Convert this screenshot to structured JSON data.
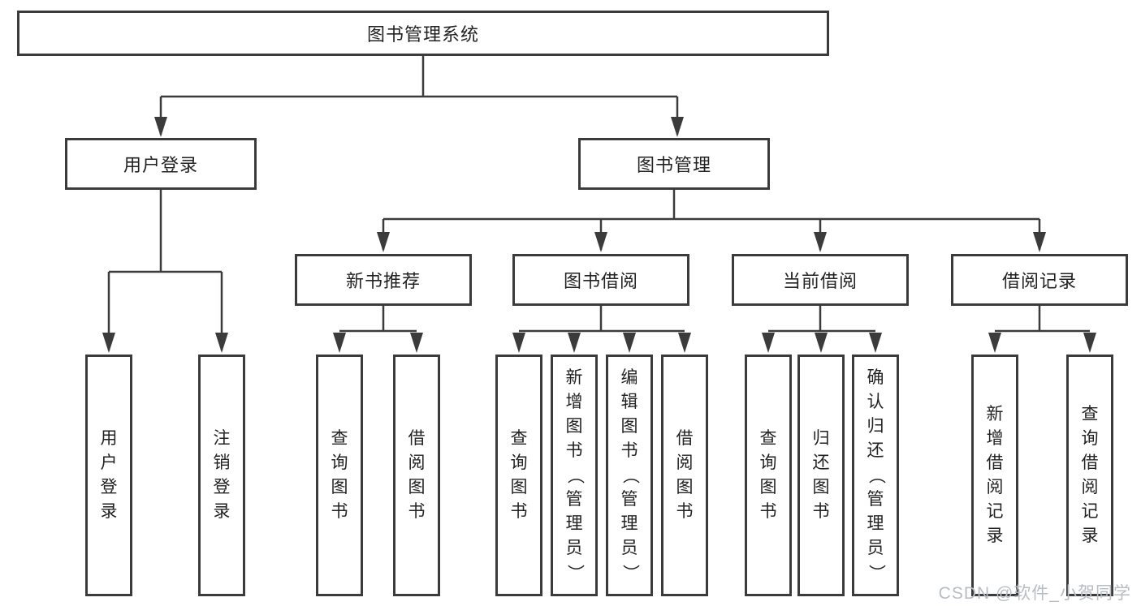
{
  "tree": {
    "label": "图书管理系统",
    "children": [
      {
        "label": "用户登录",
        "children": [
          {
            "label": "用户登录"
          },
          {
            "label": "注销登录"
          }
        ]
      },
      {
        "label": "图书管理",
        "children": [
          {
            "label": "新书推荐",
            "children": [
              {
                "label": "查询图书"
              },
              {
                "label": "借阅图书"
              }
            ]
          },
          {
            "label": "图书借阅",
            "children": [
              {
                "label": "查询图书"
              },
              {
                "label": "新增图书（管理员）"
              },
              {
                "label": "编辑图书（管理员）"
              },
              {
                "label": "借阅图书"
              }
            ]
          },
          {
            "label": "当前借阅",
            "children": [
              {
                "label": "查询图书"
              },
              {
                "label": "归还图书"
              },
              {
                "label": "确认归还（管理员）"
              }
            ]
          },
          {
            "label": "借阅记录",
            "children": [
              {
                "label": "新增借阅记录"
              },
              {
                "label": "查询借阅记录"
              }
            ]
          }
        ]
      }
    ]
  },
  "watermark": "CSDN @软件_小贺同学",
  "colors": {
    "line": "#3b3b3b",
    "text": "#222222",
    "background": "#ffffff",
    "watermark": "#b6bdc5"
  }
}
